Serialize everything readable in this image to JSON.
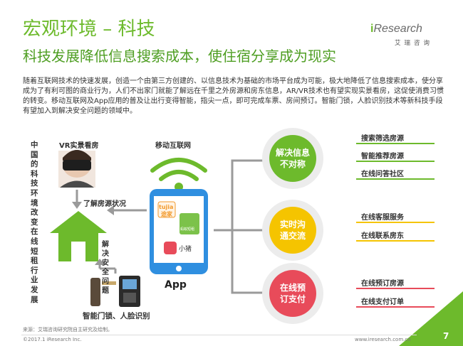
{
  "header": {
    "title": "宏观环境 – 科技",
    "subtitle": "科技发展降低信息搜索成本，使住宿分享成为现实"
  },
  "logo": {
    "brand_i": "i",
    "brand_rest": "Research",
    "cn": "艾瑞咨询"
  },
  "intro": "随着互联网技术的快速发展，创造一个由第三方创建的、以信息技术为基础的市场平台成为可能，极大地降低了信息搜索成本，使分享成为了有利可图的商业行为，人们不出家门就能了解远在千里之外房源和房东信息，AR/VR技术也有望实现实景看房，这促使消费习惯的转变。移动互联网及App应用的普及让出行变得智能，指尖一点，即可完成车票、房间预订。智能门锁，人脸识别技术等新科技手段有望加入到解决安全问题的领域中。",
  "side_label": "中国的科技环境改变在线短租行业发展",
  "diagram": {
    "vr_label": "VR实景看房",
    "mobile_label": "移动互联网",
    "know_label": "了解房源状况",
    "solve_label": "解决安全问题",
    "smart_label": "智能门锁、人脸识别",
    "app_label": "App",
    "app_icons": {
      "tujia_en": "tujia",
      "tujia_cn": "途家",
      "mayi": "蚂蚁短租",
      "xiaozhu": "小猪"
    },
    "groups": [
      {
        "circle": "解决信息不对称",
        "color": "#6dba2c",
        "items": [
          "搜索筛选房源",
          "智能推荐房源",
          "在线问答社区"
        ]
      },
      {
        "circle": "实时沟通交流",
        "color": "#f5c400",
        "items": [
          "在线客服服务",
          "在线联系房东"
        ]
      },
      {
        "circle": "在线预订支付",
        "color": "#e84b5a",
        "items": [
          "在线预订房源",
          "在线支付订单"
        ]
      }
    ]
  },
  "footer": {
    "source": "来源：艾瑞咨询研究院自主研究及绘制。",
    "copyright": "©2017.1 iResearch Inc.",
    "url": "www.iresearch.com.cn",
    "page": "7"
  },
  "colors": {
    "green": "#6dba2c",
    "yellow": "#f5c400",
    "red": "#e84b5a",
    "gray": "#9a9a9a",
    "phone_blue": "#2f8fe0"
  }
}
